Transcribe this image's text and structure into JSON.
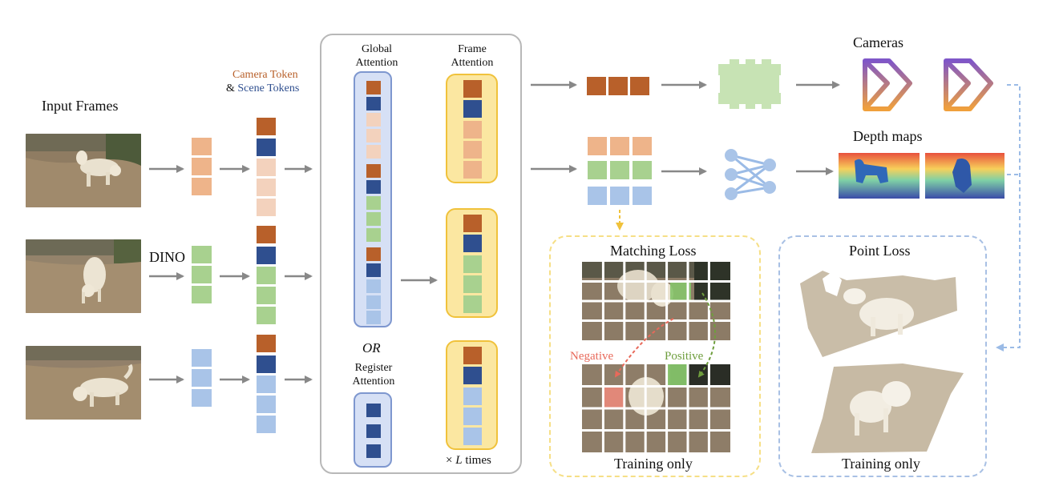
{
  "labels": {
    "input_frames": "Input Frames",
    "dino": "DINO",
    "camera_token": "Camera Token",
    "amp": "&",
    "scene_tokens": "Scene Tokens",
    "global_attention_1": "Global",
    "global_attention_2": "Attention",
    "frame_attention_1": "Frame",
    "frame_attention_2": "Attention",
    "or": "OR",
    "register_attention_1": "Register",
    "register_attention_2": "Attention",
    "times_l_x": "×",
    "times_l_L": "L",
    "times_l_times": "times",
    "cameras": "Cameras",
    "depth_maps": "Depth maps",
    "matching_loss": "Matching Loss",
    "negative": "Negative",
    "positive": "Positive",
    "training_only_1": "Training only",
    "point_loss": "Point Loss",
    "training_only_2": "Training only"
  },
  "colors": {
    "camera_token": "#b8602a",
    "scene_token": "#2f4f8f",
    "orange_light": "#eeb48a",
    "orange_pale": "#f3d2bd",
    "green": "#a8d18f",
    "blue_light": "#a9c4e8",
    "frame_attn_fill": "#fbe7a1",
    "frame_attn_border": "#f0c23b",
    "global_attn_fill": "#d6e0f5",
    "global_attn_border": "#7e97cf",
    "arrow": "#888888",
    "camera_head": "#c7e3b4",
    "yellow_dash": "#f6df86",
    "blue_dash": "#a8c0e4",
    "negative": "#e8695a",
    "positive": "#6f9e3e"
  },
  "icons": [
    "camera-frustum-icon",
    "mlp-network-icon",
    "transformer-head-icon"
  ]
}
